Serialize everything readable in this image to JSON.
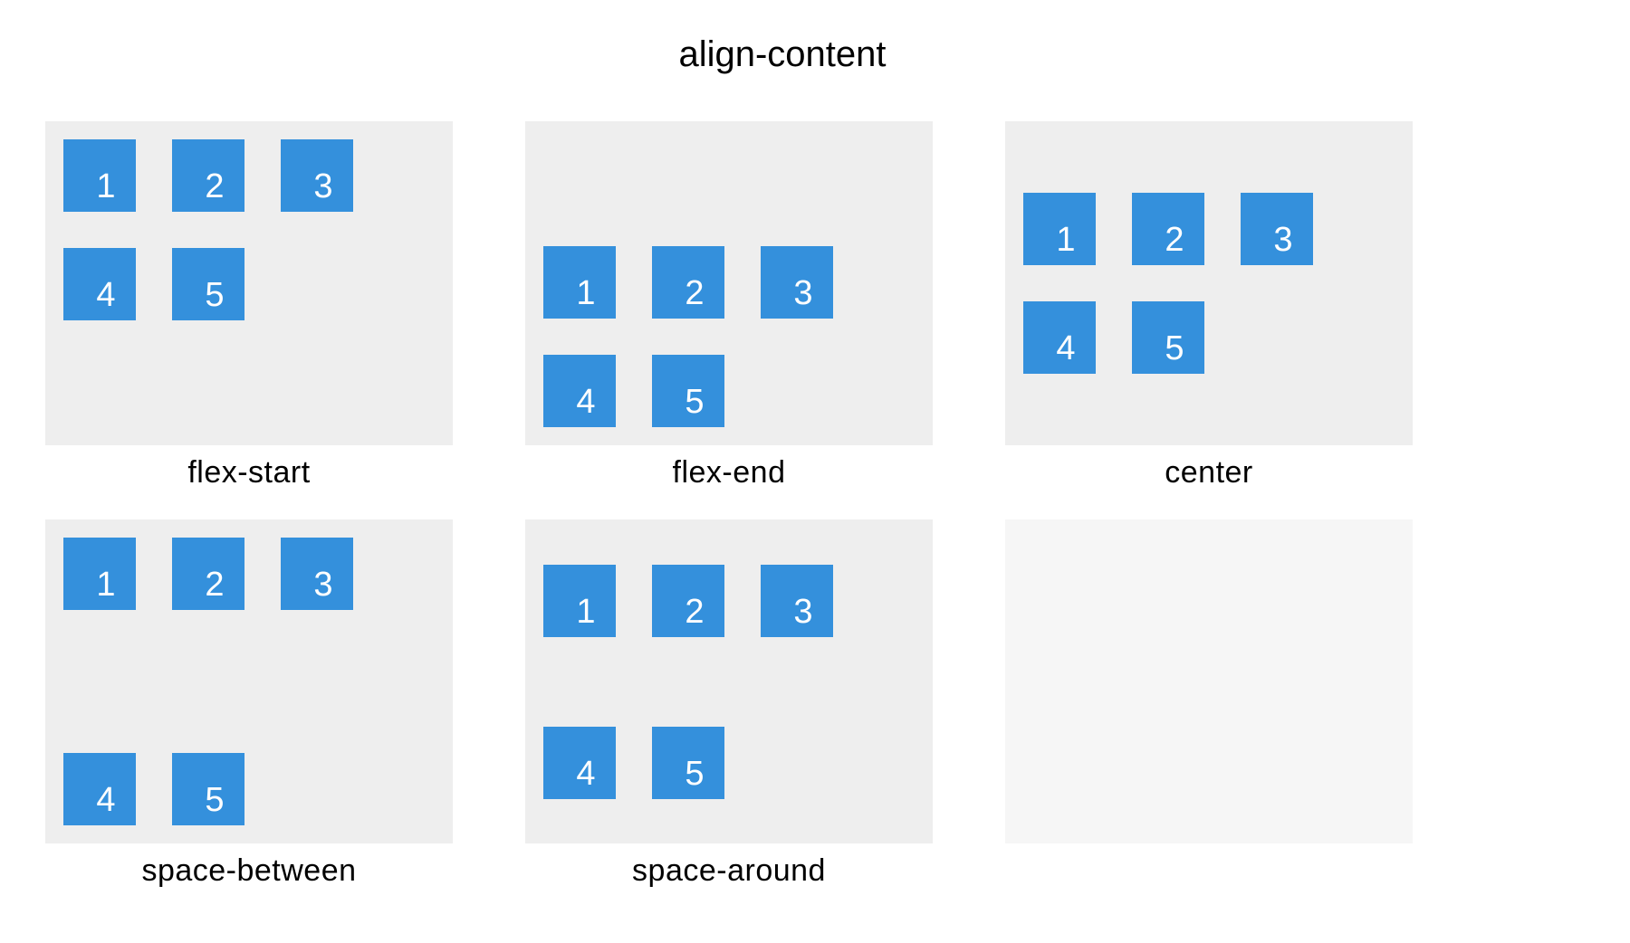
{
  "title": "align-content",
  "colors": {
    "box": "#3490dc",
    "panel": "#eeeeee",
    "panel_empty": "#f6f6f6",
    "number": "#ffffff",
    "label": "#000000",
    "background": "#ffffff"
  },
  "panels": [
    {
      "label": "flex-start",
      "align_content": "flex-start",
      "items": [
        "1",
        "2",
        "3",
        "4",
        "5"
      ]
    },
    {
      "label": "flex-end",
      "align_content": "flex-end",
      "items": [
        "1",
        "2",
        "3",
        "4",
        "5"
      ]
    },
    {
      "label": "center",
      "align_content": "center",
      "items": [
        "1",
        "2",
        "3",
        "4",
        "5"
      ]
    },
    {
      "label": "space-between",
      "align_content": "space-between",
      "items": [
        "1",
        "2",
        "3",
        "4",
        "5"
      ]
    },
    {
      "label": "space-around",
      "align_content": "space-around",
      "items": [
        "1",
        "2",
        "3",
        "4",
        "5"
      ]
    },
    {
      "label": "",
      "align_content": "",
      "items": []
    }
  ]
}
